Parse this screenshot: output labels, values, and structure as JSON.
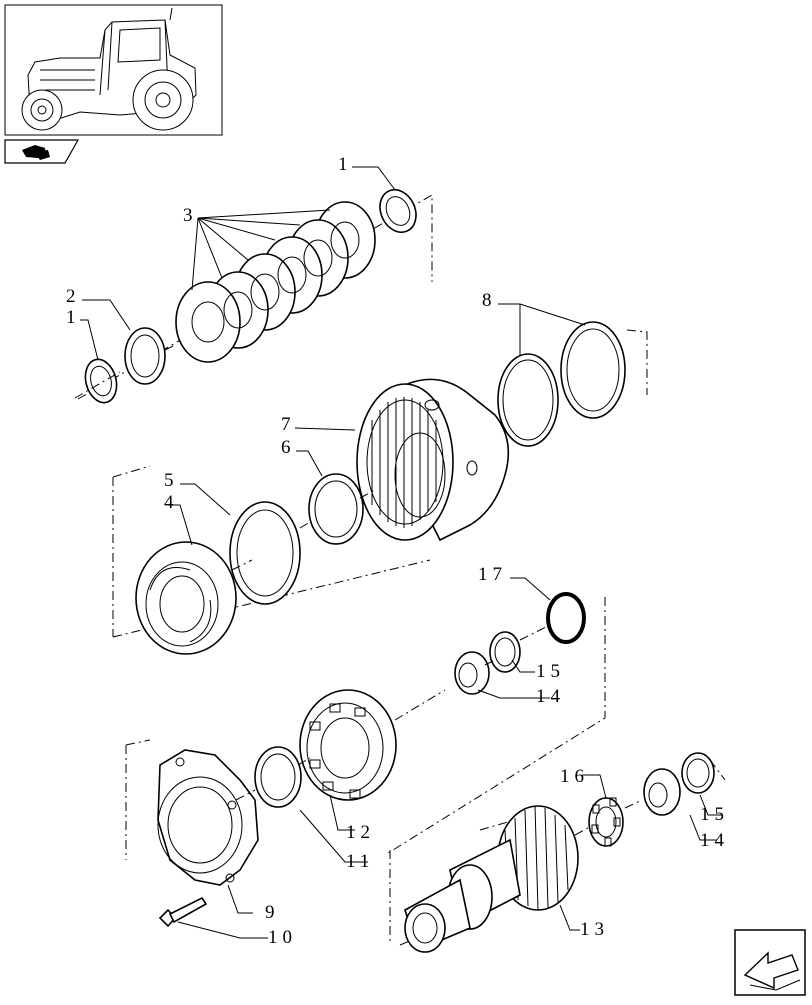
{
  "callouts": {
    "c1a": "1",
    "c1b": "1",
    "c2": "2",
    "c3": "3",
    "c4": "4",
    "c5": "5",
    "c6": "6",
    "c7": "7",
    "c8": "8",
    "c9": "9",
    "c10": "10",
    "c11": "11",
    "c12": "12",
    "c13": "13",
    "c14a": "14",
    "c14b": "14",
    "c15a": "15",
    "c15b": "15",
    "c16": "16",
    "c17": "17"
  },
  "icons": {
    "thumbnail": "tractor-thumbnail-icon",
    "page_flag": "page-flag-icon",
    "next_page": "next-page-arrow-icon"
  }
}
